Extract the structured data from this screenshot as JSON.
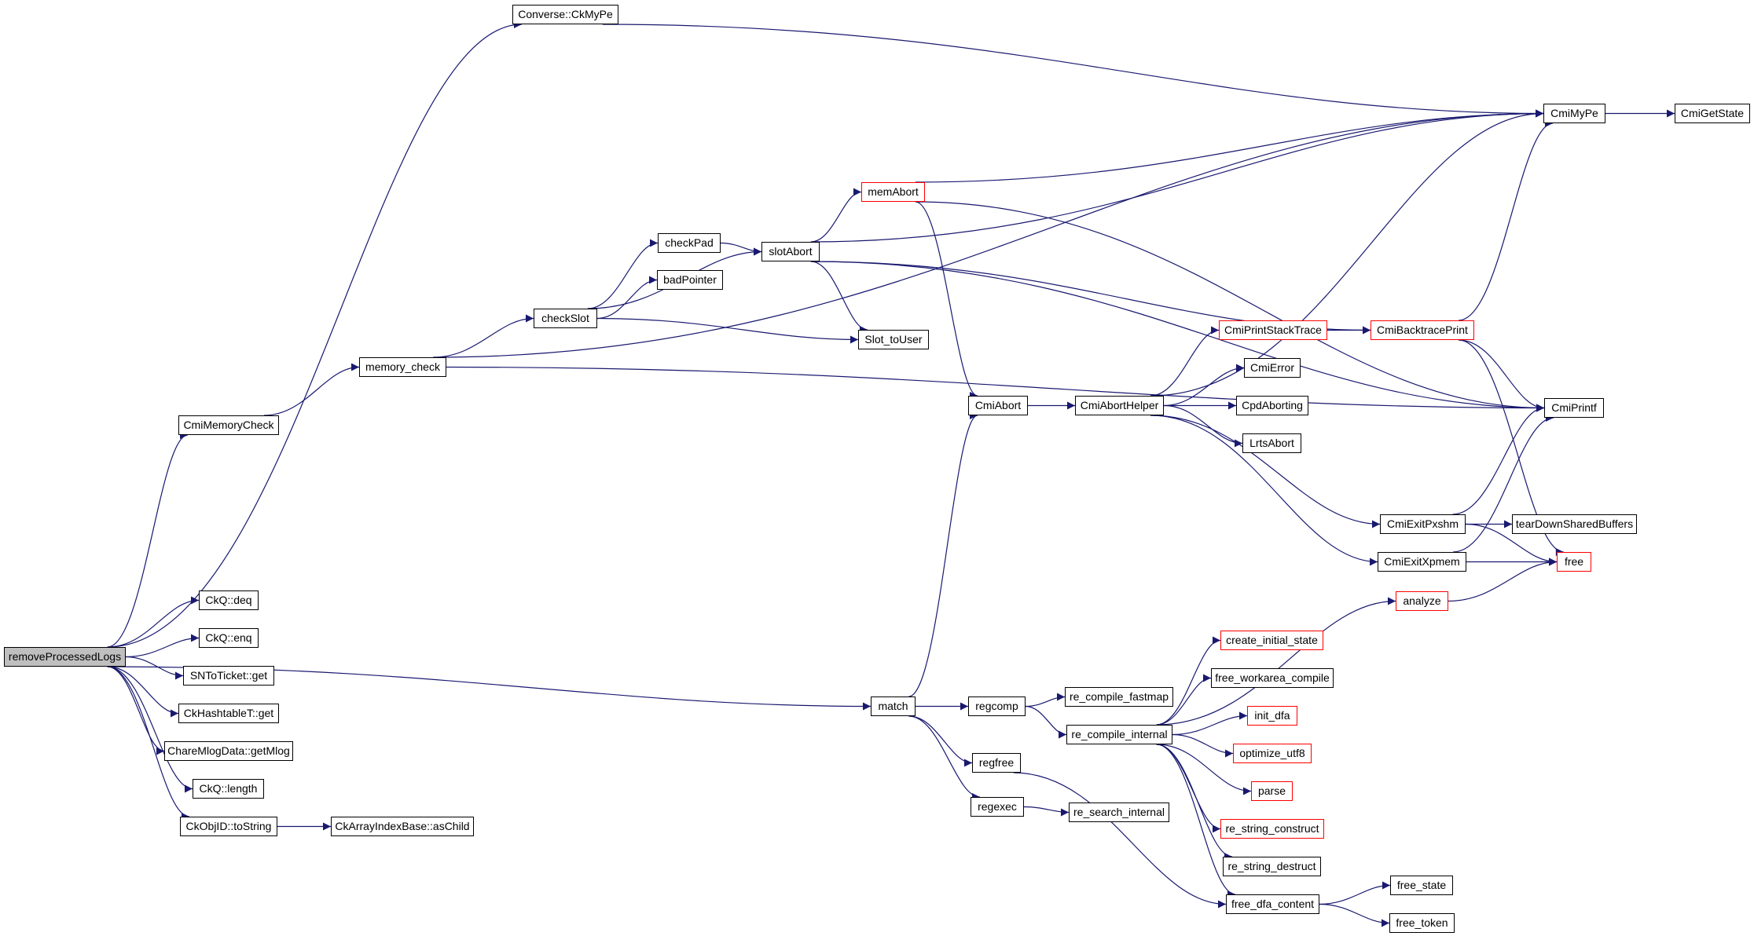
{
  "graph": {
    "type": "call-graph",
    "edge_color": "#191970",
    "truncated_border_color": "#ff0000",
    "root_fill_color": "#bfbfbf",
    "nodes": {
      "removeProcessedLogs": {
        "label": "removeProcessedLogs",
        "root": true,
        "truncated": false
      },
      "ConverseCkMyPe": {
        "label": "Converse::CkMyPe",
        "truncated": false
      },
      "CmiMemoryCheck": {
        "label": "CmiMemoryCheck",
        "truncated": false
      },
      "memory_check": {
        "label": "memory_check",
        "truncated": false
      },
      "checkSlot": {
        "label": "checkSlot",
        "truncated": false
      },
      "checkPad": {
        "label": "checkPad",
        "truncated": false
      },
      "badPointer": {
        "label": "badPointer",
        "truncated": false
      },
      "slotAbort": {
        "label": "slotAbort",
        "truncated": false
      },
      "Slot_toUser": {
        "label": "Slot_toUser",
        "truncated": false
      },
      "memAbort": {
        "label": "memAbort",
        "truncated": true
      },
      "CmiMyPe": {
        "label": "CmiMyPe",
        "truncated": false
      },
      "CmiGetState": {
        "label": "CmiGetState",
        "truncated": false
      },
      "CmiAbort": {
        "label": "CmiAbort",
        "truncated": false
      },
      "CmiAbortHelper": {
        "label": "CmiAbortHelper",
        "truncated": false
      },
      "CmiPrintStackTrace": {
        "label": "CmiPrintStackTrace",
        "truncated": true
      },
      "CmiBacktracePrint": {
        "label": "CmiBacktracePrint",
        "truncated": true
      },
      "CmiError": {
        "label": "CmiError",
        "truncated": false
      },
      "CpdAborting": {
        "label": "CpdAborting",
        "truncated": false
      },
      "LrtsAbort": {
        "label": "LrtsAbort",
        "truncated": false
      },
      "CmiPrintf": {
        "label": "CmiPrintf",
        "truncated": false
      },
      "CmiExitPxshm": {
        "label": "CmiExitPxshm",
        "truncated": false
      },
      "tearDownSharedBuffers": {
        "label": "tearDownSharedBuffers",
        "truncated": false
      },
      "CmiExitXpmem": {
        "label": "CmiExitXpmem",
        "truncated": false
      },
      "free": {
        "label": "free",
        "truncated": true
      },
      "analyze": {
        "label": "analyze",
        "truncated": true
      },
      "CkQdeq": {
        "label": "CkQ::deq",
        "truncated": false
      },
      "CkQenq": {
        "label": "CkQ::enq",
        "truncated": false
      },
      "SNToTicketget": {
        "label": "SNToTicket::get",
        "truncated": false
      },
      "CkHashtableTget": {
        "label": "CkHashtableT::get",
        "truncated": false
      },
      "ChareMlogDatagetMlog": {
        "label": "ChareMlogData::getMlog",
        "truncated": false
      },
      "CkQlength": {
        "label": "CkQ::length",
        "truncated": false
      },
      "CkObjIDtoString": {
        "label": "CkObjID::toString",
        "truncated": false
      },
      "CkArrayIndexBaseasChild": {
        "label": "CkArrayIndexBase::asChild",
        "truncated": false
      },
      "match": {
        "label": "match",
        "truncated": false
      },
      "regcomp": {
        "label": "regcomp",
        "truncated": false
      },
      "regfree": {
        "label": "regfree",
        "truncated": false
      },
      "regexec": {
        "label": "regexec",
        "truncated": false
      },
      "re_compile_fastmap": {
        "label": "re_compile_fastmap",
        "truncated": false
      },
      "re_compile_internal": {
        "label": "re_compile_internal",
        "truncated": false
      },
      "re_search_internal": {
        "label": "re_search_internal",
        "truncated": false
      },
      "create_initial_state": {
        "label": "create_initial_state",
        "truncated": true
      },
      "free_workarea_compile": {
        "label": "free_workarea_compile",
        "truncated": false
      },
      "init_dfa": {
        "label": "init_dfa",
        "truncated": true
      },
      "optimize_utf8": {
        "label": "optimize_utf8",
        "truncated": true
      },
      "parse": {
        "label": "parse",
        "truncated": true
      },
      "re_string_construct": {
        "label": "re_string_construct",
        "truncated": true
      },
      "re_string_destruct": {
        "label": "re_string_destruct",
        "truncated": false
      },
      "free_dfa_content": {
        "label": "free_dfa_content",
        "truncated": false
      },
      "free_state": {
        "label": "free_state",
        "truncated": false
      },
      "free_token": {
        "label": "free_token",
        "truncated": false
      }
    },
    "edges": [
      [
        "removeProcessedLogs",
        "ConverseCkMyPe"
      ],
      [
        "removeProcessedLogs",
        "CmiMemoryCheck"
      ],
      [
        "removeProcessedLogs",
        "match"
      ],
      [
        "removeProcessedLogs",
        "CkQdeq"
      ],
      [
        "removeProcessedLogs",
        "CkQenq"
      ],
      [
        "removeProcessedLogs",
        "SNToTicketget"
      ],
      [
        "removeProcessedLogs",
        "CkHashtableTget"
      ],
      [
        "removeProcessedLogs",
        "ChareMlogDatagetMlog"
      ],
      [
        "removeProcessedLogs",
        "CkQlength"
      ],
      [
        "removeProcessedLogs",
        "CkObjIDtoString"
      ],
      [
        "ConverseCkMyPe",
        "CmiMyPe"
      ],
      [
        "CmiMemoryCheck",
        "memory_check"
      ],
      [
        "memory_check",
        "CmiMyPe"
      ],
      [
        "memory_check",
        "checkSlot"
      ],
      [
        "memory_check",
        "CmiPrintf"
      ],
      [
        "checkSlot",
        "checkPad"
      ],
      [
        "checkSlot",
        "badPointer"
      ],
      [
        "checkSlot",
        "slotAbort"
      ],
      [
        "checkSlot",
        "Slot_toUser"
      ],
      [
        "checkPad",
        "slotAbort"
      ],
      [
        "slotAbort",
        "memAbort"
      ],
      [
        "slotAbort",
        "CmiMyPe"
      ],
      [
        "slotAbort",
        "Slot_toUser"
      ],
      [
        "slotAbort",
        "CmiPrintf"
      ],
      [
        "slotAbort",
        "CmiBacktracePrint"
      ],
      [
        "memAbort",
        "CmiMyPe"
      ],
      [
        "memAbort",
        "CmiPrintf"
      ],
      [
        "memAbort",
        "CmiAbort"
      ],
      [
        "CmiMyPe",
        "CmiGetState"
      ],
      [
        "CmiAbort",
        "CmiAbortHelper"
      ],
      [
        "CmiAbortHelper",
        "CmiMyPe"
      ],
      [
        "CmiAbortHelper",
        "CmiPrintStackTrace"
      ],
      [
        "CmiAbortHelper",
        "CmiError"
      ],
      [
        "CmiAbortHelper",
        "CpdAborting"
      ],
      [
        "CmiAbortHelper",
        "LrtsAbort"
      ],
      [
        "CmiAbortHelper",
        "CmiExitPxshm"
      ],
      [
        "CmiAbortHelper",
        "CmiExitXpmem"
      ],
      [
        "CmiPrintStackTrace",
        "CmiBacktracePrint"
      ],
      [
        "CmiBacktracePrint",
        "CmiMyPe"
      ],
      [
        "CmiBacktracePrint",
        "CmiPrintf"
      ],
      [
        "CmiBacktracePrint",
        "free"
      ],
      [
        "CmiExitPxshm",
        "CmiPrintf"
      ],
      [
        "CmiExitPxshm",
        "tearDownSharedBuffers"
      ],
      [
        "CmiExitPxshm",
        "free"
      ],
      [
        "CmiExitXpmem",
        "CmiPrintf"
      ],
      [
        "CmiExitXpmem",
        "free"
      ],
      [
        "analyze",
        "free"
      ],
      [
        "CkObjIDtoString",
        "CkArrayIndexBaseasChild"
      ],
      [
        "match",
        "CmiAbort"
      ],
      [
        "match",
        "regcomp"
      ],
      [
        "match",
        "regfree"
      ],
      [
        "match",
        "regexec"
      ],
      [
        "regcomp",
        "re_compile_fastmap"
      ],
      [
        "regcomp",
        "re_compile_internal"
      ],
      [
        "regfree",
        "free_dfa_content"
      ],
      [
        "regexec",
        "re_search_internal"
      ],
      [
        "re_compile_internal",
        "analyze"
      ],
      [
        "re_compile_internal",
        "create_initial_state"
      ],
      [
        "re_compile_internal",
        "free_workarea_compile"
      ],
      [
        "re_compile_internal",
        "init_dfa"
      ],
      [
        "re_compile_internal",
        "optimize_utf8"
      ],
      [
        "re_compile_internal",
        "parse"
      ],
      [
        "re_compile_internal",
        "re_string_construct"
      ],
      [
        "re_compile_internal",
        "re_string_destruct"
      ],
      [
        "re_compile_internal",
        "free_dfa_content"
      ],
      [
        "free_dfa_content",
        "free_state"
      ],
      [
        "free_dfa_content",
        "free_token"
      ]
    ]
  }
}
